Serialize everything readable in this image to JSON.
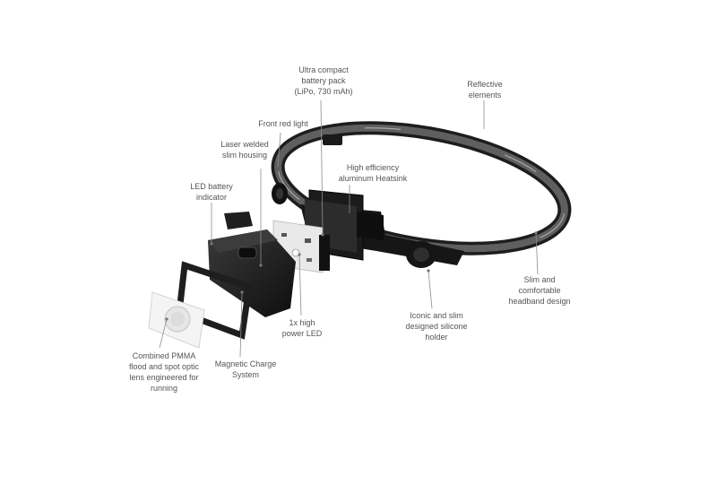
{
  "labels": {
    "battery_pack": "Ultra compact\nbattery pack\n(LiPo, 730 mAh)",
    "reflective": "Reflective\nelements",
    "front_red_light": "Front red light",
    "laser_welded": "Laser welded\nslim housing",
    "heatsink": "High efficiency\naluminum Heatsink",
    "led_indicator": "LED battery\nindicator",
    "headband": "Slim and\ncomfortable\nheadband design",
    "power_led": "1x high\npower LED",
    "silicone_holder": "Iconic and slim\ndesigned silicone\nholder",
    "optic_lens": "Combined PMMA\nflood and spot optic\nlens engineered for\nrunning",
    "magnetic_charge": "Magnetic Charge\nSystem"
  }
}
